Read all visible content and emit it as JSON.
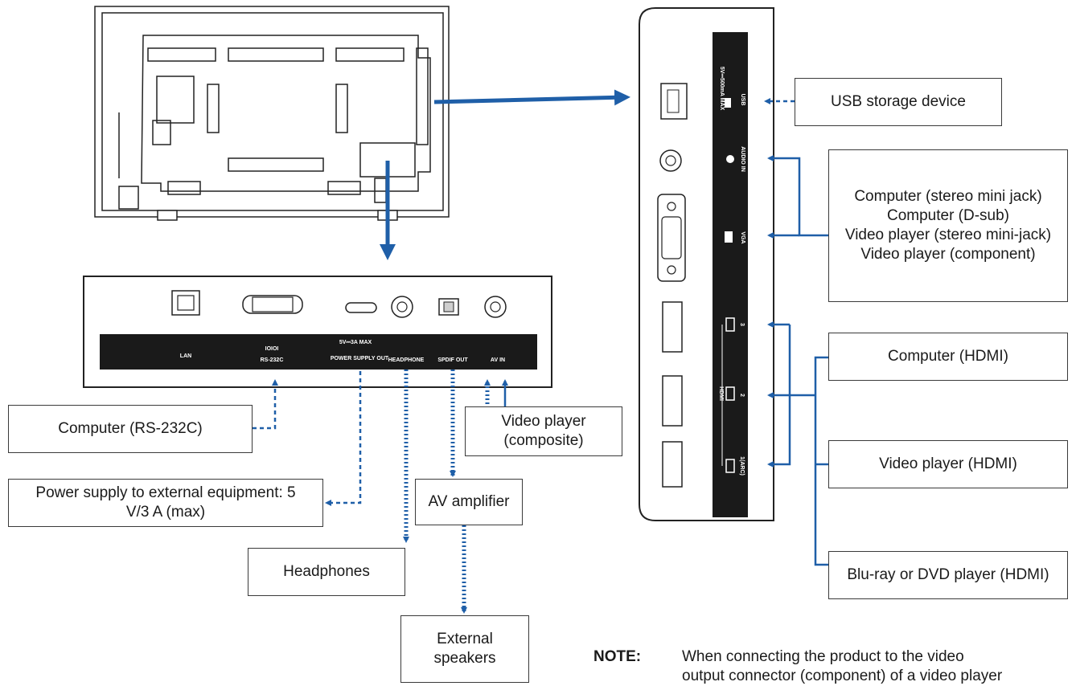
{
  "bottom_panel": {
    "ports": [
      "LAN",
      "RS-232C",
      "POWER SUPPLY OUT",
      "HEADPHONE",
      "SPDIF OUT",
      "AV IN"
    ],
    "power_rating": "5V⎓3A MAX",
    "rs232_symbol": "IOIOI"
  },
  "side_panel": {
    "ports": [
      "USB",
      "AUDIO IN",
      "VGA",
      "HDMI",
      "3",
      "2",
      "1(ARC)"
    ],
    "usb_rating": "5V⎓500mA MAX"
  },
  "devices": {
    "usb": "USB storage device",
    "analog": [
      "Computer (stereo mini jack)",
      "Computer (D-sub)",
      "Video player (stereo mini-jack)",
      "Video player (component)"
    ],
    "hdmi_computer": "Computer (HDMI)",
    "hdmi_video": "Video player (HDMI)",
    "hdmi_bluray": "Blu-ray or DVD player (HDMI)",
    "rs232": "Computer (RS-232C)",
    "power_supply": [
      "Power supply to external equipment: 5",
      "V/3 A (max)"
    ],
    "composite": [
      "Video player",
      "(composite)"
    ],
    "av_amp": "AV amplifier",
    "headphones": "Headphones",
    "speakers": [
      "External",
      "speakers"
    ]
  },
  "note": {
    "label": "NOTE:",
    "line1": "When connecting the product to the video",
    "line2": "output connector (component) of a video player"
  },
  "colors": {
    "connector": "#1f5fa8",
    "panel": "#1a1a1a",
    "outline": "#222222"
  }
}
